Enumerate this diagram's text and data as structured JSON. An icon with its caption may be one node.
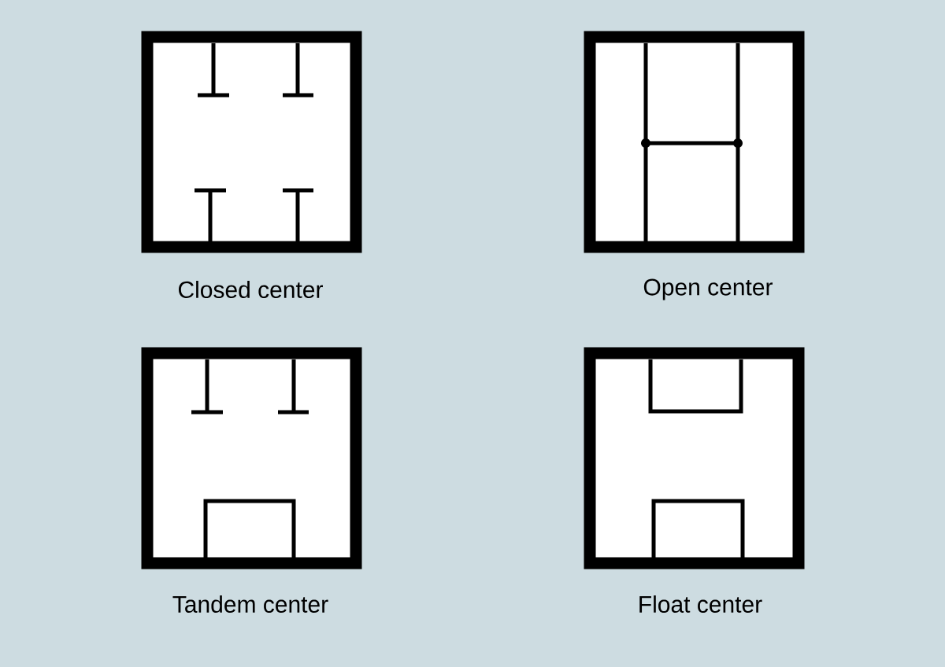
{
  "diagram": {
    "labels": [
      "Closed center",
      "Open center",
      "Tandem center",
      "Float center"
    ]
  }
}
